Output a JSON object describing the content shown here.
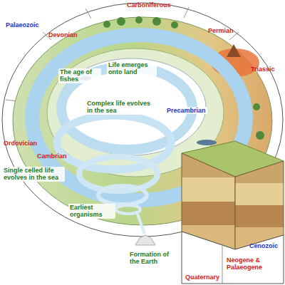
{
  "diagram": {
    "labels": [
      "Carboniferous",
      "Palaeozoic",
      "Devonian",
      "Permian",
      "Triassic",
      "Life emerges onto land",
      "The age of fishes",
      "Complex life evolves in the sea",
      "Precambrian",
      "Ordovician",
      "Cambrian",
      "Single celled life evolves in the sea",
      "Earliest organisms",
      "Formation of the Earth",
      "Cenozoic",
      "Neogene & Palaeogene",
      "Quaternary"
    ]
  }
}
